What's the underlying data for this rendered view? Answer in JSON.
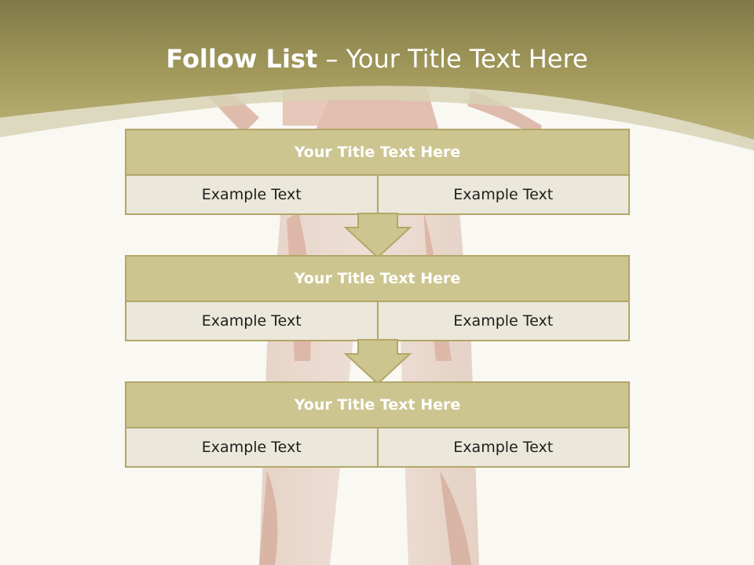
{
  "slide": {
    "title_bold": "Follow List",
    "title_rest": "– Your Title Text Here"
  },
  "colors": {
    "header_band": "#a49a5c",
    "block_head": "#cdc590",
    "block_cell": "#ebe7da",
    "border": "#b3a668"
  },
  "blocks": [
    {
      "title": "Your Title Text Here",
      "left": "Example Text",
      "right": "Example Text"
    },
    {
      "title": "Your Title Text Here",
      "left": "Example Text",
      "right": "Example Text"
    },
    {
      "title": "Your Title Text Here",
      "left": "Example Text",
      "right": "Example Text"
    }
  ]
}
